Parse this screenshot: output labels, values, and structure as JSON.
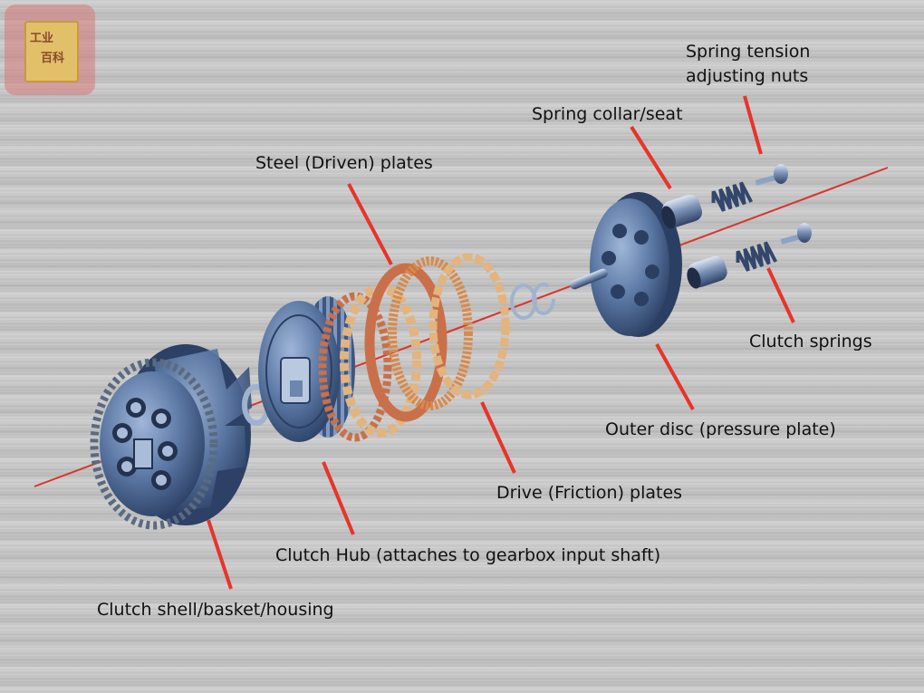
{
  "logo": {
    "line1": "工业",
    "line2": "百科"
  },
  "labels": {
    "spring_tension_1": "Spring tension",
    "spring_tension_2": "adjusting nuts",
    "spring_collar": "Spring collar/seat",
    "steel_plates": "Steel (Driven) plates",
    "clutch_springs": "Clutch springs",
    "outer_disc": "Outer disc (pressure plate)",
    "drive_plates": "Drive (Friction) plates",
    "clutch_hub": "Clutch Hub (attaches to gearbox input shaft)",
    "clutch_shell": "Clutch shell/basket/housing"
  },
  "colors": {
    "leader": "#e8342a",
    "axis": "#d9342a",
    "metal_blue": "#4f6b96",
    "friction_orange": "#d98a4a",
    "steel_copper": "#c9704a"
  }
}
